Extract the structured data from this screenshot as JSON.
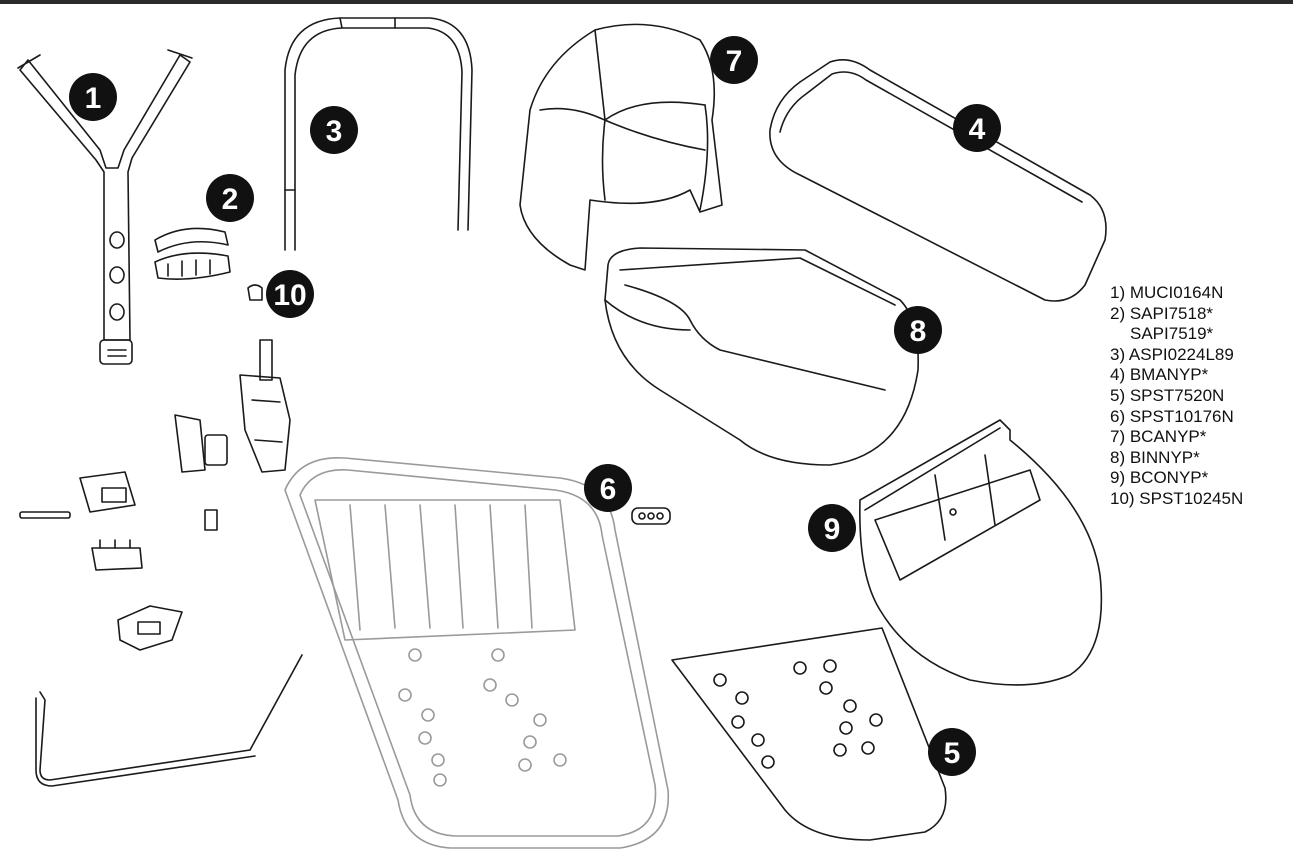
{
  "parts": [
    {
      "id": "1",
      "label": "1"
    },
    {
      "id": "2",
      "label": "2"
    },
    {
      "id": "3",
      "label": "3"
    },
    {
      "id": "4",
      "label": "4"
    },
    {
      "id": "5",
      "label": "5"
    },
    {
      "id": "6",
      "label": "6"
    },
    {
      "id": "7",
      "label": "7"
    },
    {
      "id": "8",
      "label": "8"
    },
    {
      "id": "9",
      "label": "9"
    },
    {
      "id": "10",
      "label": "10"
    }
  ],
  "legend": [
    "1) MUCI0164N",
    "2) SAPI7518*",
    "SAPI7519*",
    "3) ASPI0224L89",
    "4) BMANYP*",
    "5) SPST7520N",
    "6) SPST10176N",
    "7) BCANYP*",
    "8) BINNYP*",
    "9) BCONYP*",
    "10) SPST10245N"
  ],
  "colors": {
    "line": "#1a1a1a",
    "badge": "#111111",
    "badge_text": "#ffffff"
  }
}
